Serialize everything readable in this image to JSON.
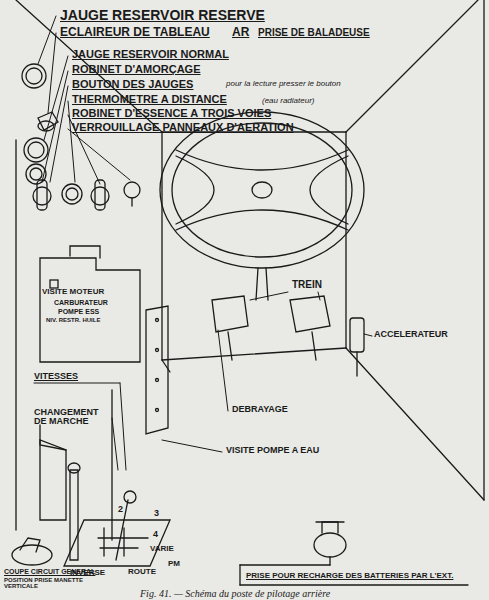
{
  "diagram": {
    "caption": "Fig. 41. — Schéma du poste de pilotage arrière",
    "labels": [
      "JAUGE RESERVOIR RESERVE",
      "ECLAIREUR DE TABLEAU",
      "AR",
      "PRISE DE BALADEUSE",
      "JAUGE RESERVOIR NORMAL",
      "ROBINET D'AMORÇAGE",
      "BOUTON DES JAUGES",
      "pour la lecture presser le bouton",
      "THERMOMETRE A DISTANCE",
      "(eau radiateur)",
      "ROBINET D'ESSENCE A TROIS VOIES",
      "VERROUILLAGE PANNEAUX D'AERATION",
      "VISITE MOTEUR",
      "CARBURATEUR",
      "POMPE ESS",
      "NIV. RESTR. HUILE",
      "TREIN",
      "ACCELERATEUR",
      "VITESSES",
      "CHANGEMENT DE MARCHE",
      "DEBRAYAGE",
      "VISITE POMPE A EAU",
      "2",
      "3",
      "4",
      "VARIE",
      "ROUTE",
      "PM",
      "INVERSE",
      "COUPE CIRCUIT GENERAL",
      "POSITION PRISE MANETTE VERTICALE",
      "PRISE POUR RECHARGE DES BATTERIES PAR L'EXT."
    ]
  }
}
